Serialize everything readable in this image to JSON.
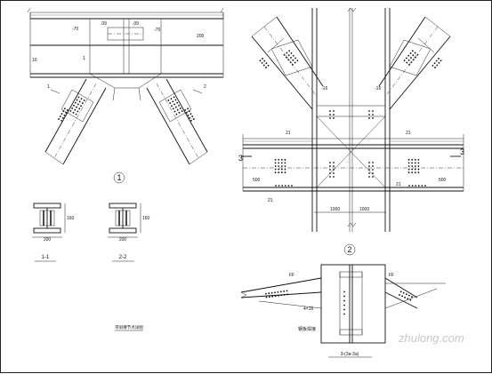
{
  "labels": {
    "detail1": "1",
    "detail2": "2",
    "sec11": "1-1",
    "sec22": "2-2",
    "cut3": "3",
    "cut3r": "3",
    "sec33": "3-(3a-3a)",
    "note": "带斜撑节点详图",
    "watermark": "zhulong.com"
  },
  "dims": {
    "d1": "200",
    "d2": "200",
    "d3": "1000",
    "d4": "500",
    "d5": "500"
  }
}
